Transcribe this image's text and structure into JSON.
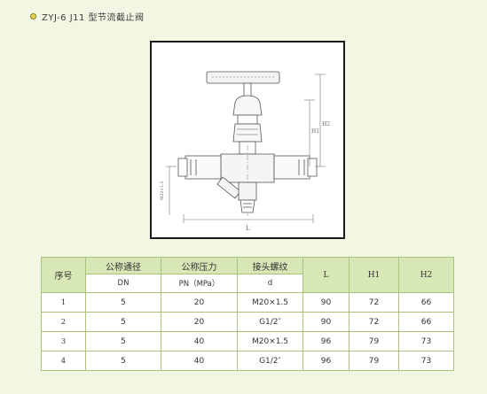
{
  "page": {
    "title": "ZYJ-6 J11 型节流截止阀"
  },
  "figure": {
    "dim_labels": {
      "h2": "H2",
      "h1": "H1",
      "thread": "M20×1.5",
      "length": "L"
    }
  },
  "table": {
    "headers": {
      "no": "序号",
      "dn": "公称通径",
      "dn_unit": "DN",
      "pn": "公称压力",
      "pn_unit": "PN（MPa）",
      "thread": "接头螺纹",
      "thread_unit": "d",
      "l": "L",
      "h1": "H1",
      "h2": "H2"
    },
    "rows": [
      [
        "1",
        "5",
        "20",
        "M20×1.5",
        "90",
        "72",
        "66"
      ],
      [
        "2",
        "5",
        "20",
        "G1/2″",
        "90",
        "72",
        "66"
      ],
      [
        "3",
        "5",
        "40",
        "M20×1.5",
        "96",
        "79",
        "73"
      ],
      [
        "4",
        "5",
        "40",
        "G1/2″",
        "96",
        "79",
        "73"
      ]
    ]
  },
  "colors": {
    "page_background": "#f2f7e4",
    "table_border": "#a9c47a",
    "header_fill": "#d8e7b6",
    "bullet": "#e6d34a"
  }
}
